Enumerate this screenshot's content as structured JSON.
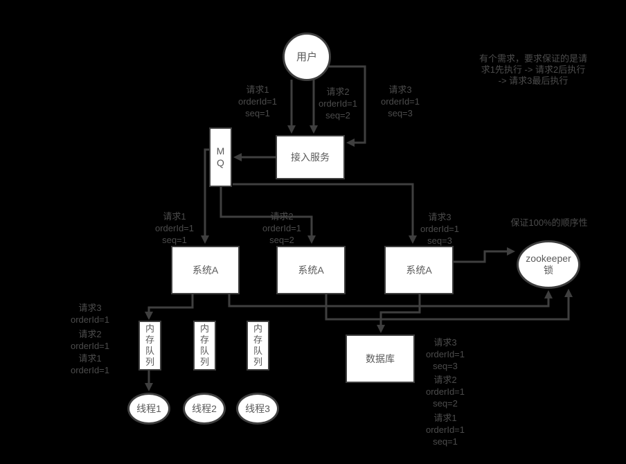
{
  "diagram": {
    "nodes": {
      "user": {
        "label": "用户"
      },
      "access_service": {
        "label": "接入服务"
      },
      "mq": {
        "label": "MQ"
      },
      "system_a_1": {
        "label": "系统A"
      },
      "system_a_2": {
        "label": "系统A"
      },
      "system_a_3": {
        "label": "系统A"
      },
      "memory_queue_1": {
        "label": "内存队列"
      },
      "memory_queue_2": {
        "label": "内存队列"
      },
      "memory_queue_3": {
        "label": "内存队列"
      },
      "thread_1": {
        "label": "线程1"
      },
      "thread_2": {
        "label": "线程2"
      },
      "thread_3": {
        "label": "线程3"
      },
      "database": {
        "label": "数据库"
      },
      "zookeeper": {
        "line1": "zookeeper",
        "line2": "锁"
      }
    },
    "edge_labels": {
      "req1": [
        "请求1",
        "orderId=1",
        "seq=1"
      ],
      "req2": [
        "请求2",
        "orderId=1",
        "seq=2"
      ],
      "req3": [
        "请求3",
        "orderId=1",
        "seq=3"
      ],
      "req1_short": [
        "请求1",
        "orderId=1"
      ],
      "req2_short": [
        "请求2",
        "orderId=1"
      ],
      "req3_short": [
        "请求3",
        "orderId=1"
      ]
    },
    "annotations": {
      "requirement_note": [
        "有个需求，要求保证的是请",
        "求1先执行 -> 请求2后执行",
        "-> 请求3最后执行"
      ],
      "order_guarantee": "保证100%的顺序性"
    },
    "colors": {
      "background": "#000000",
      "line": "#3f3f3f",
      "node_fill": "#ffffff",
      "node_border": "#3f3f3f",
      "node_text": "#595959",
      "label_text": "#4c4c4c"
    }
  }
}
